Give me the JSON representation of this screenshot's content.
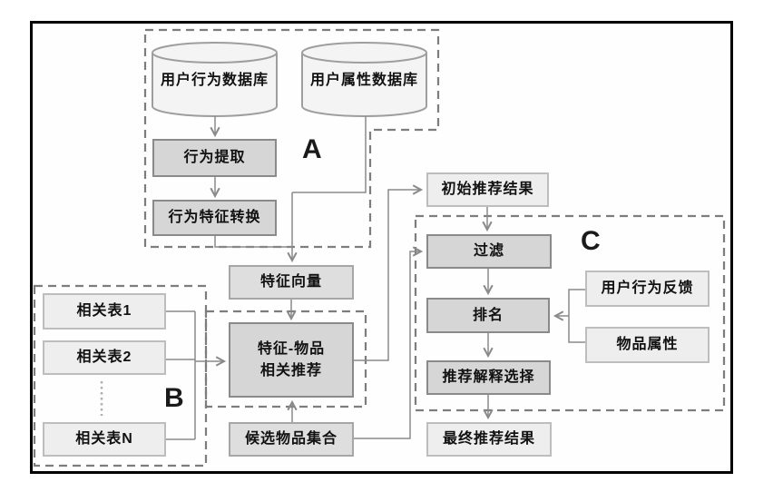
{
  "diagram": {
    "title": "recommendation-pipeline-flowchart",
    "region_labels": {
      "a": "A",
      "b": "B",
      "c": "C"
    },
    "nodes": {
      "user_behavior_db": "用户行为数据库",
      "user_attribute_db": "用户属性数据库",
      "behavior_extraction": "行为提取",
      "behavior_feature_conversion": "行为特征转换",
      "feature_vector": "特征向量",
      "related_table_1": "相关表1",
      "related_table_2": "相关表2",
      "related_table_n": "相关表N",
      "feature_item_recommendation": "特征-物品\n相关推荐",
      "candidate_item_set": "候选物品集合",
      "initial_results": "初始推荐结果",
      "filter": "过滤",
      "ranking": "排名",
      "explanation_selection": "推荐解释选择",
      "final_results": "最终推荐结果",
      "user_behavior_feedback": "用户行为反馈",
      "item_attributes": "物品属性"
    },
    "colors": {
      "frame_border": "#000000",
      "dashed_region_border": "#7d7d7d",
      "connector_line": "#8a8a8a",
      "box_light_fill": "#eeeeee",
      "box_medium_fill": "#dedede",
      "box_dark_fill": "#d6d6d6",
      "cylinder_fill": "#f4f4f4",
      "text": "#111111"
    }
  }
}
